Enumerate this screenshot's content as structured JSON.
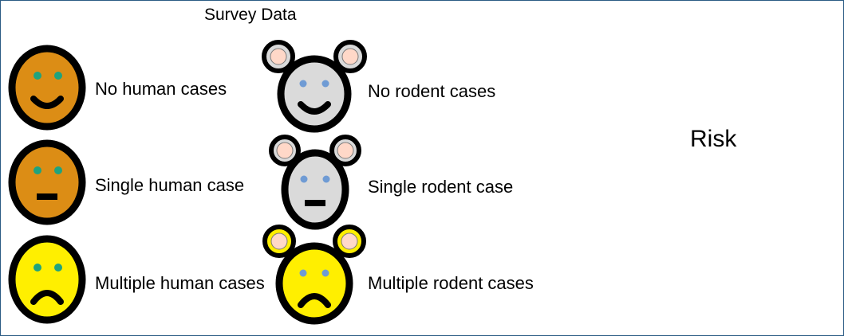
{
  "title": "Survey Data",
  "risk_label": "Risk",
  "human_legend": [
    {
      "label": "No human cases",
      "face": "smile",
      "fill": "#dc8d15",
      "icon": "smiling-face-icon"
    },
    {
      "label": "Single human case",
      "face": "neutral",
      "fill": "#dc8d15",
      "icon": "neutral-face-icon"
    },
    {
      "label": "Multiple human cases",
      "face": "frown",
      "fill": "#ffef00",
      "icon": "frowning-face-icon"
    }
  ],
  "rodent_legend": [
    {
      "label": "No rodent cases",
      "face": "smile",
      "fill": "#dadada",
      "icon": "smiling-rodent-icon"
    },
    {
      "label": "Single rodent case",
      "face": "neutral",
      "fill": "#dadada",
      "icon": "neutral-rodent-icon"
    },
    {
      "label": "Multiple rodent cases",
      "face": "frown",
      "fill": "#ffef00",
      "icon": "frowning-rodent-icon"
    }
  ],
  "colors": {
    "outline": "#000000",
    "human_eye": "#1fa37e",
    "rodent_eye": "#6f9bd4",
    "inner_ear": "#ffd8c8",
    "frame_border": "#2b5b84"
  }
}
